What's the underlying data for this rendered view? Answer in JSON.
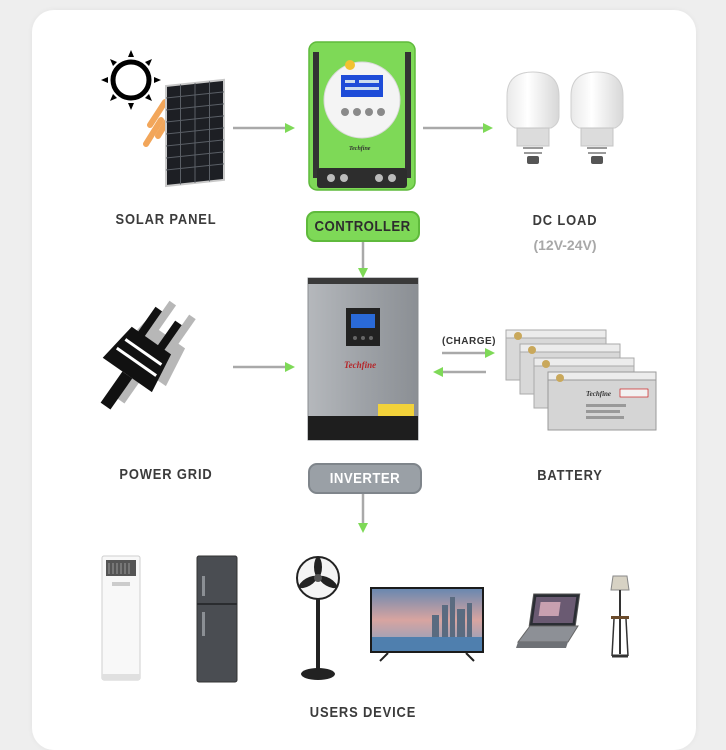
{
  "colors": {
    "background": "#eeeeee",
    "card": "#ffffff",
    "arrow": "#7ed957",
    "controller_pill": "#7ed957",
    "inverter_pill": "#9aa0a6",
    "controller_body": "#7ed957",
    "inverter_body": "#9aa0a6"
  },
  "nodes": {
    "solar_panel": {
      "label": "SOLAR PANEL",
      "icon": "solar-panel-icon"
    },
    "controller": {
      "label": "CONTROLLER",
      "icon": "charge-controller-icon",
      "brand": "Techfine"
    },
    "dc_load": {
      "label": "DC LOAD",
      "sublabel": "(12V-24V)",
      "icon": "light-bulb-icon"
    },
    "power_grid": {
      "label": "POWER GRID",
      "icon": "power-plug-icon"
    },
    "inverter": {
      "label": "INVERTER",
      "icon": "inverter-icon",
      "brand": "Techfine"
    },
    "battery": {
      "label": "BATTERY",
      "icon": "battery-icon",
      "brand": "Techfine"
    },
    "users_device": {
      "label": "USERS DEVICE"
    }
  },
  "edges": {
    "charge_label": "(CHARGE)"
  },
  "devices": [
    {
      "icon": "air-conditioner-icon"
    },
    {
      "icon": "refrigerator-icon"
    },
    {
      "icon": "standing-fan-icon"
    },
    {
      "icon": "television-icon"
    },
    {
      "icon": "laptop-icon"
    },
    {
      "icon": "floor-lamp-icon"
    }
  ]
}
